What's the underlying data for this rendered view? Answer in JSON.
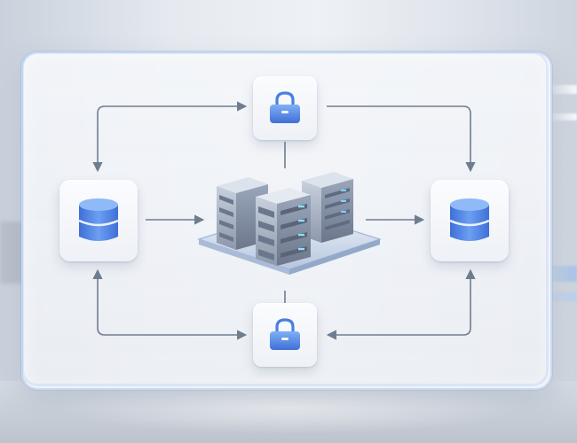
{
  "diagram": {
    "nodes": [
      {
        "id": "lock-top",
        "icon": "lock-icon"
      },
      {
        "id": "lock-bottom",
        "icon": "lock-icon"
      },
      {
        "id": "database-left",
        "icon": "database-icon"
      },
      {
        "id": "database-right",
        "icon": "database-icon"
      },
      {
        "id": "server-cluster",
        "icon": "server-rack-icon"
      }
    ],
    "edges": [
      {
        "from": "lock-top",
        "to": "database-left"
      },
      {
        "from": "lock-top",
        "to": "database-right"
      },
      {
        "from": "database-left",
        "to": "server-cluster"
      },
      {
        "from": "server-cluster",
        "to": "database-right"
      },
      {
        "from": "database-left",
        "to": "lock-bottom"
      },
      {
        "from": "database-right",
        "to": "lock-bottom"
      }
    ],
    "colors": {
      "accent_blue": "#4a7fe0",
      "accent_light_blue": "#7fb0f5",
      "connector": "#6f7d90",
      "panel_border": "#c8d7f0",
      "server_gray": "#8e9ab0"
    }
  }
}
